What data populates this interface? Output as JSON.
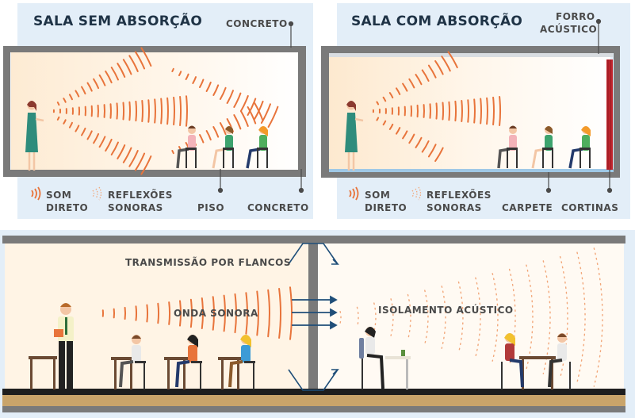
{
  "top_left": {
    "title": "SALA SEM ABSORÇÃO",
    "label_concrete_top": "CONCRETO",
    "label_concrete_bottom": "CONCRETO",
    "label_floor": "PISO",
    "legend_direct_line1": "SOM",
    "legend_direct_line2": "DIRETO",
    "legend_reflect_line1": "REFLEXÕES",
    "legend_reflect_line2": "SONORAS"
  },
  "top_right": {
    "title": "SALA COM ABSORÇÃO",
    "label_ceiling_line1": "FORRO",
    "label_ceiling_line2": "ACÚSTICO",
    "label_carpet": "CARPETE",
    "label_curtains": "CORTINAS",
    "legend_direct_line1": "SOM",
    "legend_direct_line2": "DIRETO",
    "legend_reflect_line1": "REFLEXÕES",
    "legend_reflect_line2": "SONORAS"
  },
  "bottom": {
    "label_flank": "TRANSMISSÃO POR FLANCOS",
    "label_wave": "ONDA SONORA",
    "label_isolation": "ISOLAMENTO ACÚSTICO"
  },
  "colors": {
    "panel_bg": "#e3eef8",
    "wall": "#7a7a7a",
    "wave": "#e8743b",
    "curtain": "#c0262e",
    "carpet": "#9fc8e6",
    "floor": "#c9a46a"
  }
}
